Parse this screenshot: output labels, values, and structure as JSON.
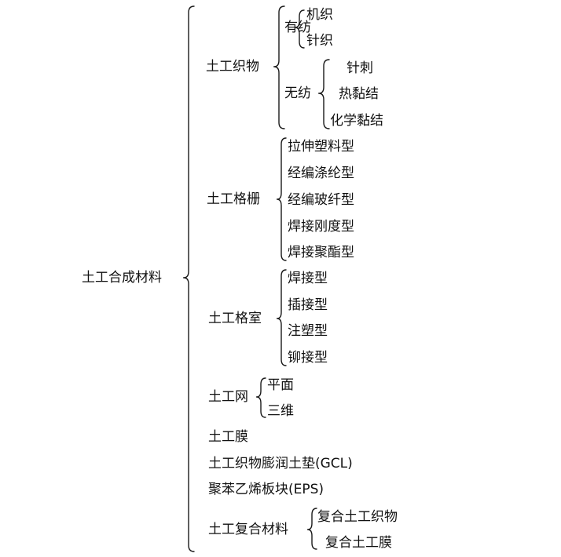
{
  "root": "土工合成材料",
  "categories": {
    "fabric": {
      "label": "土工织物",
      "woven": {
        "label": "有纺",
        "items": [
          "机织",
          "针织"
        ]
      },
      "nonwoven": {
        "label": "无纺",
        "items": [
          "针刺",
          "热黏结",
          "化学黏结"
        ]
      }
    },
    "geogrid": {
      "label": "土工格栅",
      "items": [
        "拉伸塑料型",
        "经编涤纶型",
        "经编玻纤型",
        "焊接刚度型",
        "焊接聚酯型"
      ]
    },
    "geocell": {
      "label": "土工格室",
      "items": [
        "焊接型",
        "插接型",
        "注塑型",
        "铆接型"
      ]
    },
    "geonet": {
      "label": "土工网",
      "items": [
        "平面",
        "三维"
      ]
    },
    "membrane": {
      "label": "土工膜"
    },
    "gcl": {
      "label": "土工织物膨润土垫(GCL)"
    },
    "eps": {
      "label": "聚苯乙烯板块(EPS)"
    },
    "composite": {
      "label": "土工复合材料",
      "items": [
        "复合土工织物",
        "复合土工膜"
      ]
    }
  },
  "colors": {
    "text": "#111111",
    "line": "#1a1a1a",
    "background": "#ffffff"
  }
}
